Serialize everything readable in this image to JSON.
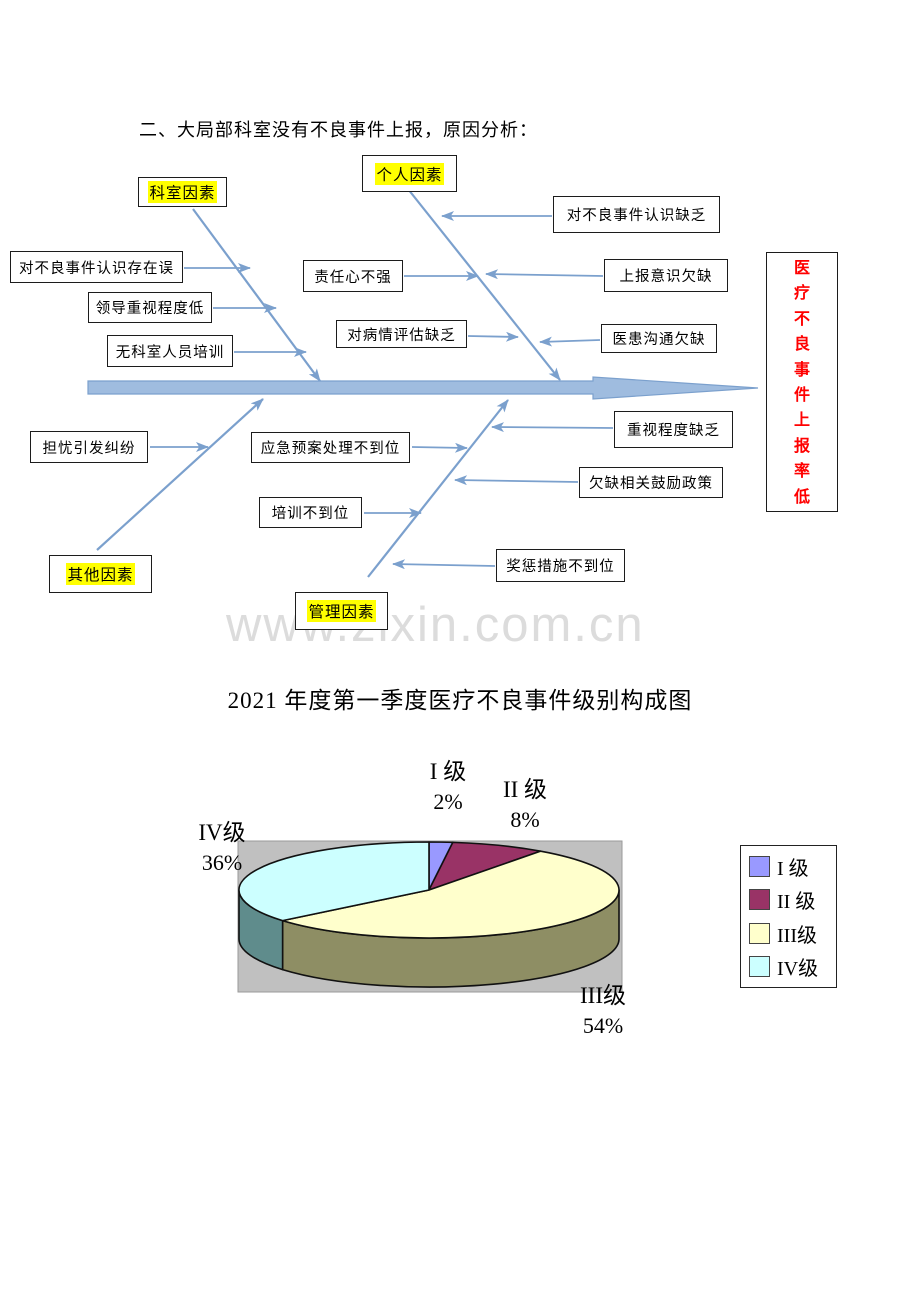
{
  "document": {
    "heading": "二、大局部科室没有不良事件上报，原因分析：",
    "watermark": "www.zixin.com.cn"
  },
  "fishbone": {
    "effect_label": "医疗不良事件上报率低",
    "effect_color": "#FF0000",
    "highlight_color": "#FFFF00",
    "line_color": "#7BA0CD",
    "spine_fill": "#9FBCDF",
    "categories": [
      {
        "label": "科室因素"
      },
      {
        "label": "个人因素"
      },
      {
        "label": "其他因素"
      },
      {
        "label": "管理因素"
      }
    ],
    "causes": [
      {
        "label": "对不良事件认识存在误"
      },
      {
        "label": "领导重视程度低"
      },
      {
        "label": "无科室人员培训"
      },
      {
        "label": "责任心不强"
      },
      {
        "label": "对病情评估缺乏"
      },
      {
        "label": "对不良事件认识缺乏"
      },
      {
        "label": "上报意识欠缺"
      },
      {
        "label": "医患沟通欠缺"
      },
      {
        "label": "担忧引发纠纷"
      },
      {
        "label": "应急预案处理不到位"
      },
      {
        "label": "培训不到位"
      },
      {
        "label": "重视程度缺乏"
      },
      {
        "label": "欠缺相关鼓励政策"
      },
      {
        "label": "奖惩措施不到位"
      }
    ]
  },
  "chart": {
    "title": "2021 年度第一季度医疗不良事件级别构成图"
  },
  "chart_data": {
    "type": "pie",
    "title": "2021 年度第一季度医疗不良事件级别构成图",
    "labels": [
      "I 级",
      "II 级",
      "III级",
      "IV级"
    ],
    "values": [
      2,
      8,
      54,
      36
    ],
    "unit": "%",
    "colors": [
      "#9999FF",
      "#993366",
      "#FFFFCC",
      "#CCFFFF"
    ],
    "side_colors": [
      "#6666B3",
      "#662244",
      "#8E8E64",
      "#5F8C8C"
    ],
    "plot_background": "#C0C0C0",
    "legend_position": "right",
    "style": "3d-pie",
    "data_labels": [
      {
        "name": "I 级",
        "pct": "2%"
      },
      {
        "name": "II 级",
        "pct": "8%"
      },
      {
        "name": "III级",
        "pct": "54%"
      },
      {
        "name": "IV级",
        "pct": "36%"
      }
    ]
  }
}
